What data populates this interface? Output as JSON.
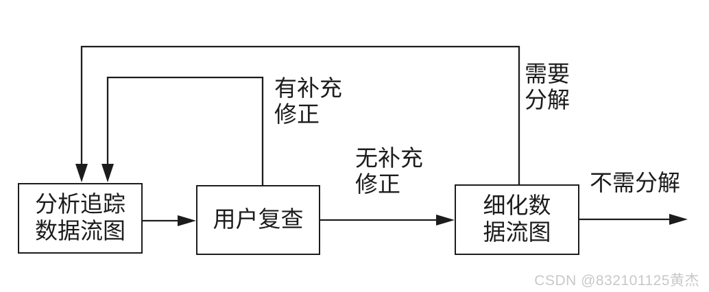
{
  "nodes": {
    "analyze": {
      "label": "分析追踪\n数据流图"
    },
    "review": {
      "label": "用户复查"
    },
    "refine": {
      "label": "细化数\n据流图"
    }
  },
  "edge_labels": {
    "has_supplement": "有补充\n修正",
    "no_supplement": "无补充\n修正",
    "need_decompose": "需要\n分解",
    "no_decompose": "不需分解"
  },
  "watermark": {
    "text": "CSDN @832101125黄杰"
  },
  "colors": {
    "line": "#1c1c1c",
    "text": "#1c1c1c",
    "background": "#ffffff",
    "watermark": "#c8c8c8"
  }
}
